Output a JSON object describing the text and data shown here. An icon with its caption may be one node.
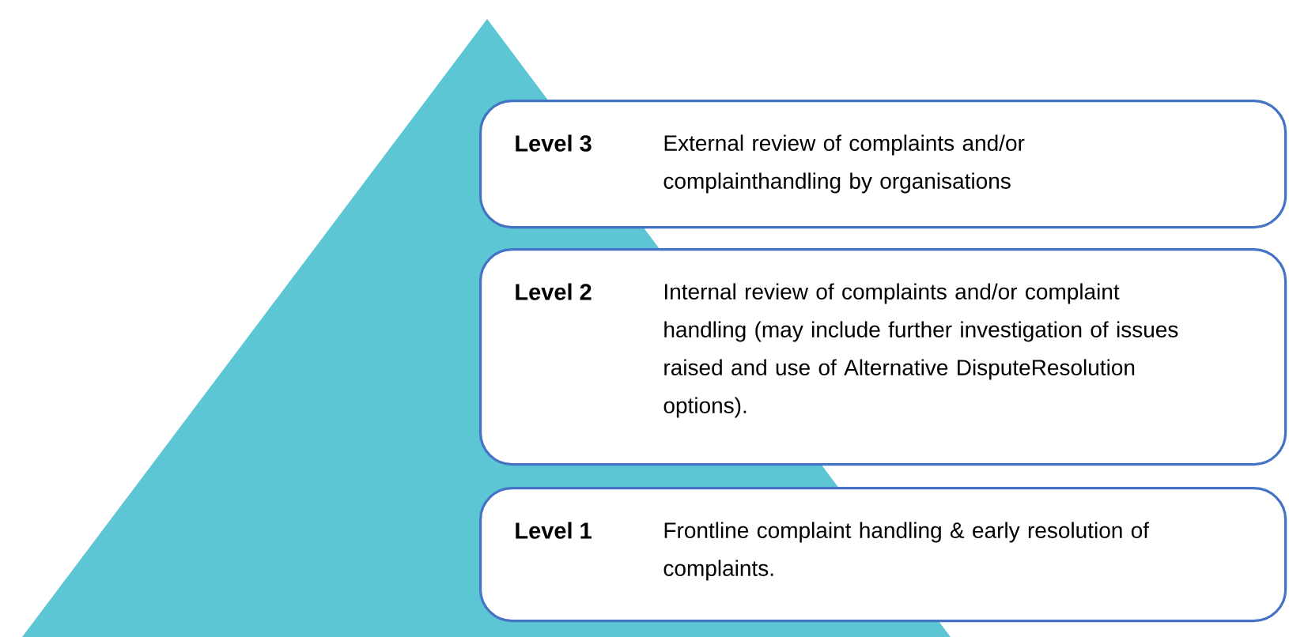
{
  "diagram": {
    "nodes": [
      {
        "text": [
          "Level 3",
          "External review of complaints and/or complainthandling by organisations"
        ]
      },
      {
        "text": [
          "Level 2",
          "Internal review of complaints and/or complaint handling (may include further investigation of issues raised and use of Alternative DisputeResolution options)."
        ]
      },
      {
        "text": [
          "Level 1",
          "Frontline complaint handling & early resolution of complaints."
        ]
      }
    ]
  }
}
